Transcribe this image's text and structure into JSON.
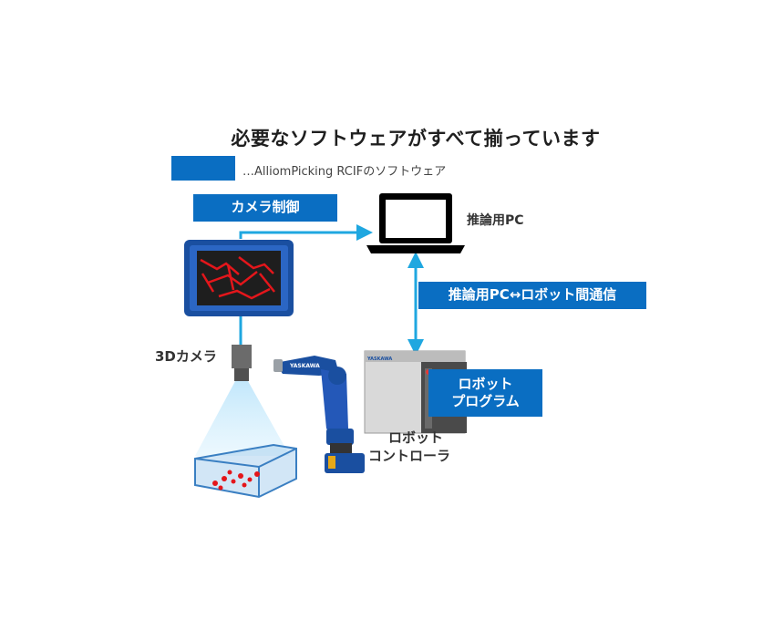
{
  "title": "必要なソフトウェアがすべて揃っています",
  "legend": {
    "text": "…AlliomPicking RCIFのソフトウェア",
    "color": "#0a6ec2"
  },
  "boxes": {
    "camera_control": "カメラ制御",
    "pc_robot_comm": "推論用PC↔ロボット間通信",
    "robot_program_line1": "ロボット",
    "robot_program_line2": "プログラム"
  },
  "labels": {
    "pc": "推論用PC",
    "camera": "3Dカメラ",
    "controller_line1": "ロボット",
    "controller_line2": "コントローラ",
    "controller_brand": "YASKAWA",
    "robot_brand": "YASKAWA"
  },
  "colors": {
    "accent": "#0a6ec2",
    "arrow": "#1fa7e0"
  },
  "icons": [
    "laptop-icon",
    "camera-view-icon",
    "3d-camera-icon",
    "bin-icon",
    "robot-arm-icon",
    "robot-controller-icon"
  ]
}
